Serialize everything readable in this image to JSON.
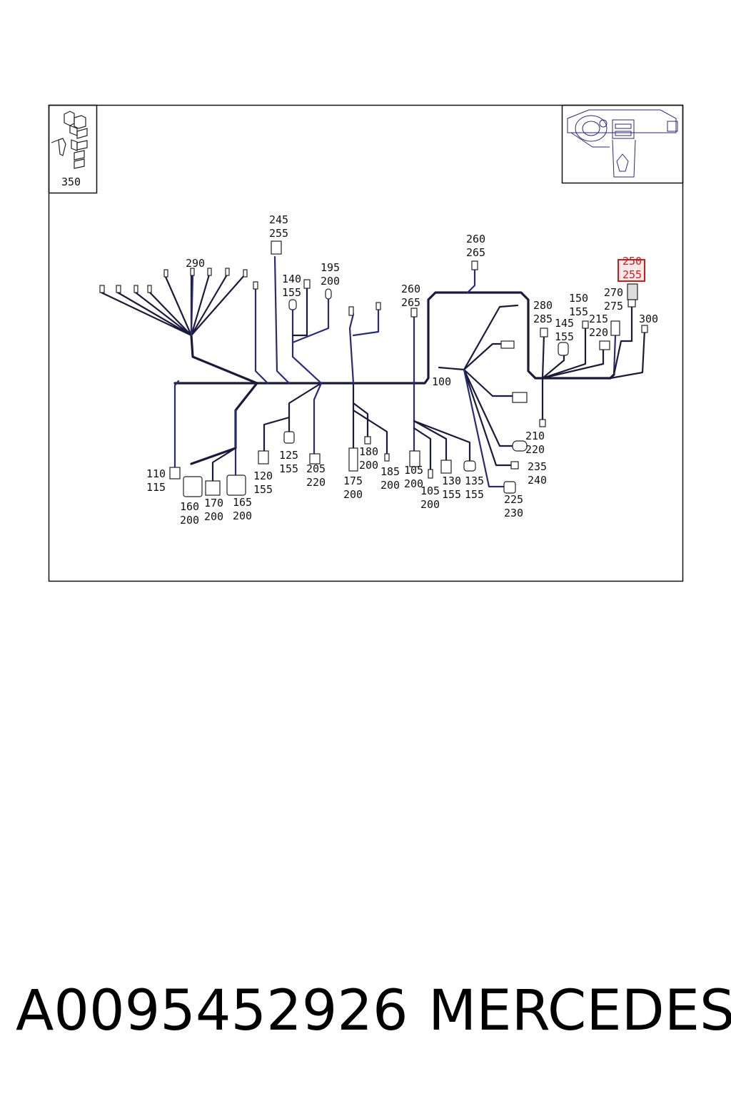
{
  "diagram": {
    "inset_label": "350",
    "highlight_color": "#cc1b1b",
    "wire_color": "#2a2a7a",
    "trunk_color": "#1a1a3a",
    "callouts": [
      {
        "top": "245",
        "bottom": "255"
      },
      {
        "top": "290",
        "bottom": ""
      },
      {
        "top": "140",
        "bottom": "155"
      },
      {
        "top": "195",
        "bottom": "200"
      },
      {
        "top": "260",
        "bottom": "265"
      },
      {
        "top": "260",
        "bottom": "265"
      },
      {
        "top": "250",
        "bottom": "255"
      },
      {
        "top": "280",
        "bottom": "285"
      },
      {
        "top": "150",
        "bottom": "155"
      },
      {
        "top": "270",
        "bottom": "275"
      },
      {
        "top": "145",
        "bottom": "155"
      },
      {
        "top": "215",
        "bottom": "220"
      },
      {
        "top": "300",
        "bottom": ""
      },
      {
        "top": "100",
        "bottom": ""
      },
      {
        "top": "110",
        "bottom": "115"
      },
      {
        "top": "160",
        "bottom": "200"
      },
      {
        "top": "170",
        "bottom": "200"
      },
      {
        "top": "165",
        "bottom": "200"
      },
      {
        "top": "120",
        "bottom": "155"
      },
      {
        "top": "125",
        "bottom": "155"
      },
      {
        "top": "205",
        "bottom": "220"
      },
      {
        "top": "175",
        "bottom": "200"
      },
      {
        "top": "180",
        "bottom": "200"
      },
      {
        "top": "185",
        "bottom": "200"
      },
      {
        "top": "105",
        "bottom": "200"
      },
      {
        "top": "105",
        "bottom": "200"
      },
      {
        "top": "130",
        "bottom": "155"
      },
      {
        "top": "135",
        "bottom": "155"
      },
      {
        "top": "210",
        "bottom": "220"
      },
      {
        "top": "235",
        "bottom": "240"
      },
      {
        "top": "225",
        "bottom": "230"
      }
    ]
  },
  "footer": {
    "part_number": "A0095452926",
    "brand": "MERCEDES"
  }
}
